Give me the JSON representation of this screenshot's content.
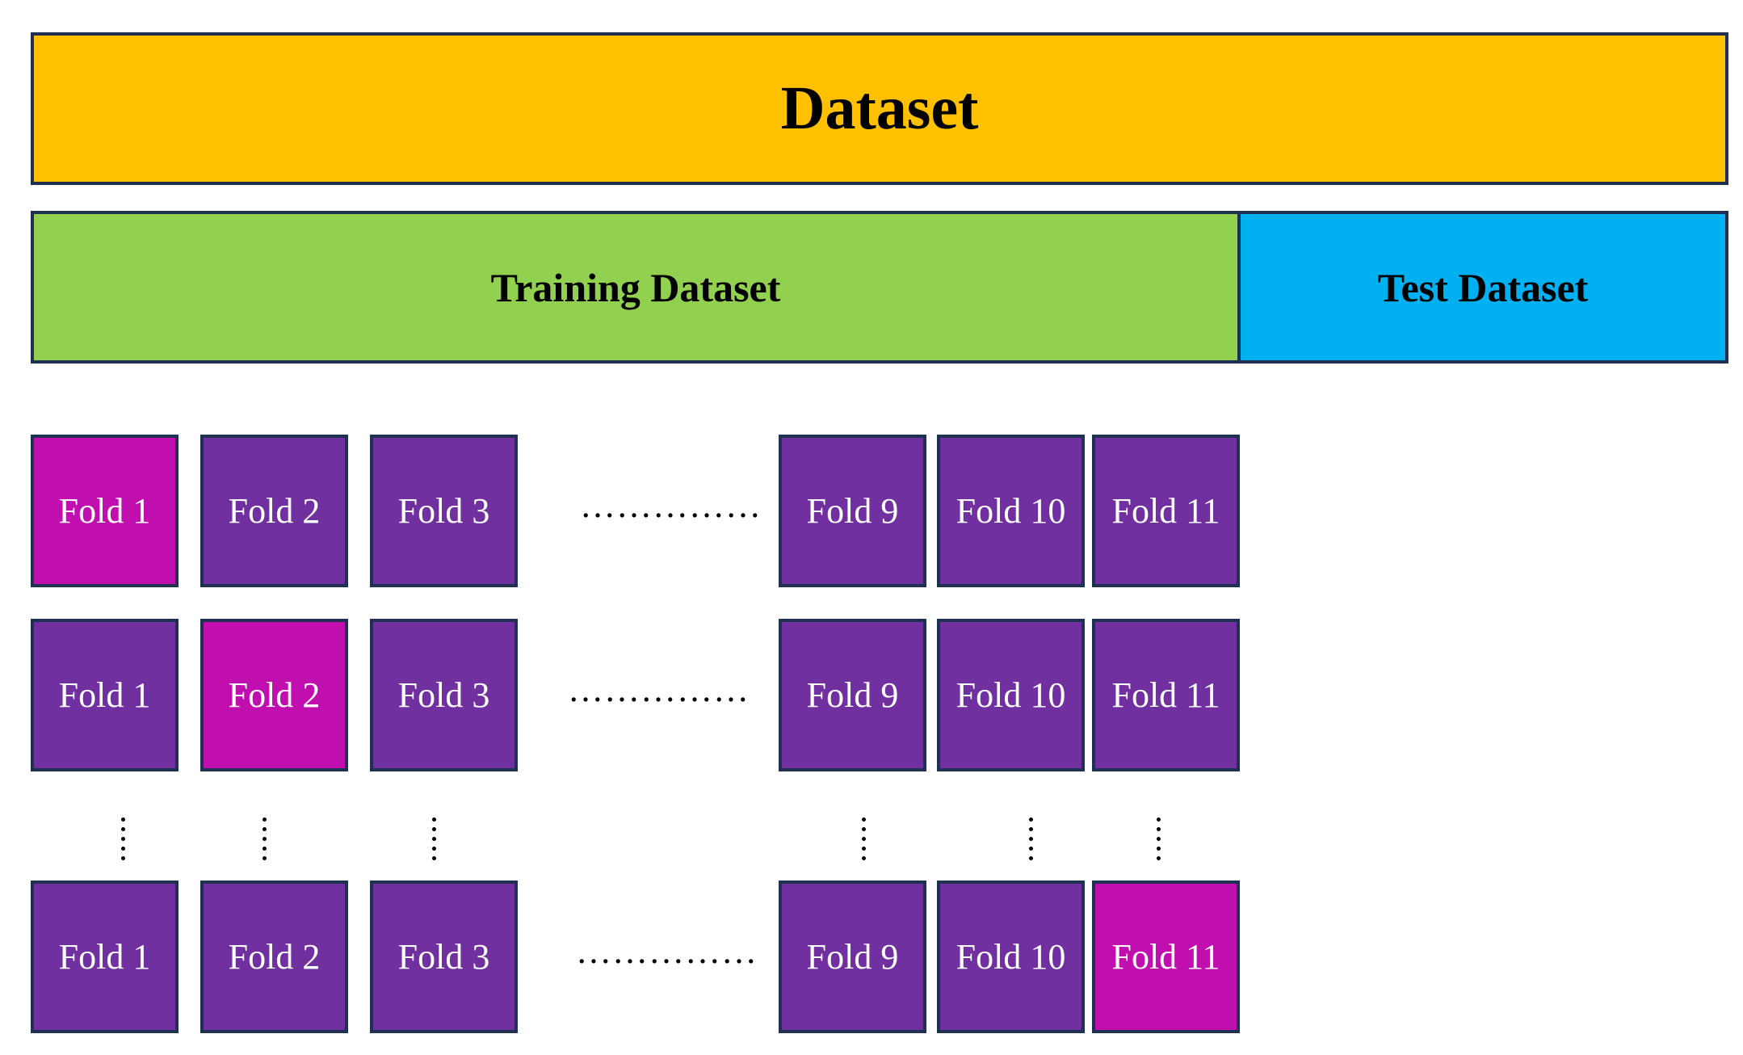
{
  "dataset_label": "Dataset",
  "training_label": "Training Dataset",
  "test_label": "Test Dataset",
  "colors": {
    "dataset": "#ffc000",
    "training": "#92d050",
    "test": "#00b0f0",
    "fold": "#7030a0",
    "fold_highlight": "#c00fae",
    "border": "#1f3050"
  },
  "rows": [
    {
      "folds": [
        "Fold 1",
        "Fold 2",
        "Fold 3",
        "Fold 9",
        "Fold 10",
        "Fold 11"
      ],
      "highlight": "Fold 1",
      "dots": "……………"
    },
    {
      "folds": [
        "Fold 1",
        "Fold 2",
        "Fold 3",
        "Fold 9",
        "Fold 10",
        "Fold 11"
      ],
      "highlight": "Fold 2",
      "dots": "……………"
    },
    {
      "folds": [
        "Fold 1",
        "Fold 2",
        "Fold 3",
        "Fold 9",
        "Fold 10",
        "Fold 11"
      ],
      "highlight": "Fold 11",
      "dots": "……………"
    }
  ]
}
